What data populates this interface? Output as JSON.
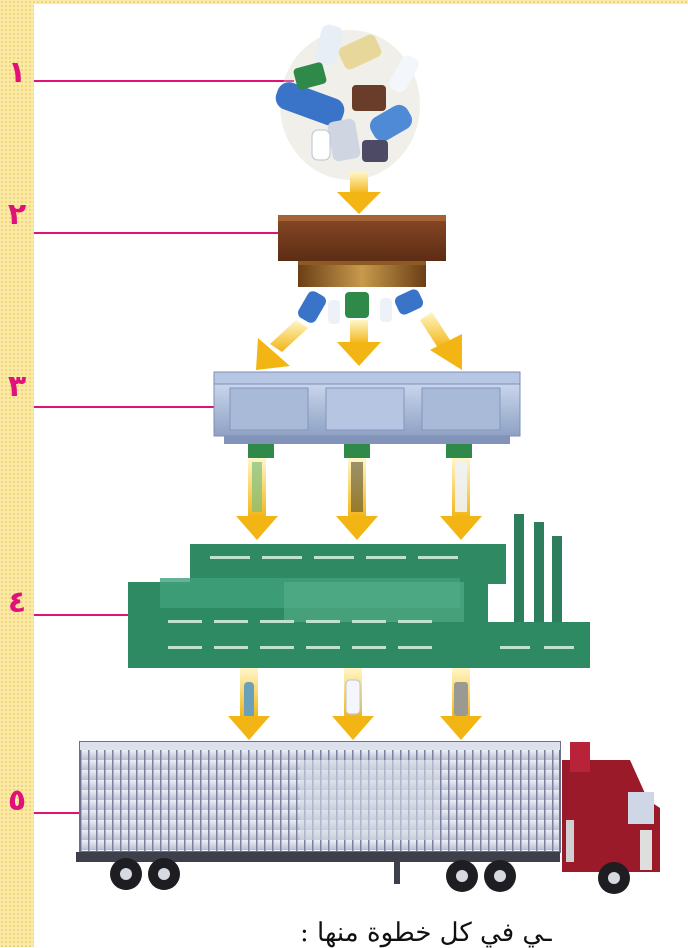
{
  "steps": [
    {
      "number": "١"
    },
    {
      "number": "٢"
    },
    {
      "number": "٣"
    },
    {
      "number": "٤"
    },
    {
      "number": "٥"
    }
  ],
  "caption": "ـي في كل خطوة منها :",
  "colors": {
    "leader": "#e0127a",
    "arrow": "#f2c01c",
    "factory": "#2e8a63",
    "truck_cab": "#9b1a2a",
    "margin": "#fbe9a6"
  },
  "icons": [
    "recyclables-pile",
    "sorting-press",
    "separation-machine",
    "factory",
    "truck"
  ]
}
